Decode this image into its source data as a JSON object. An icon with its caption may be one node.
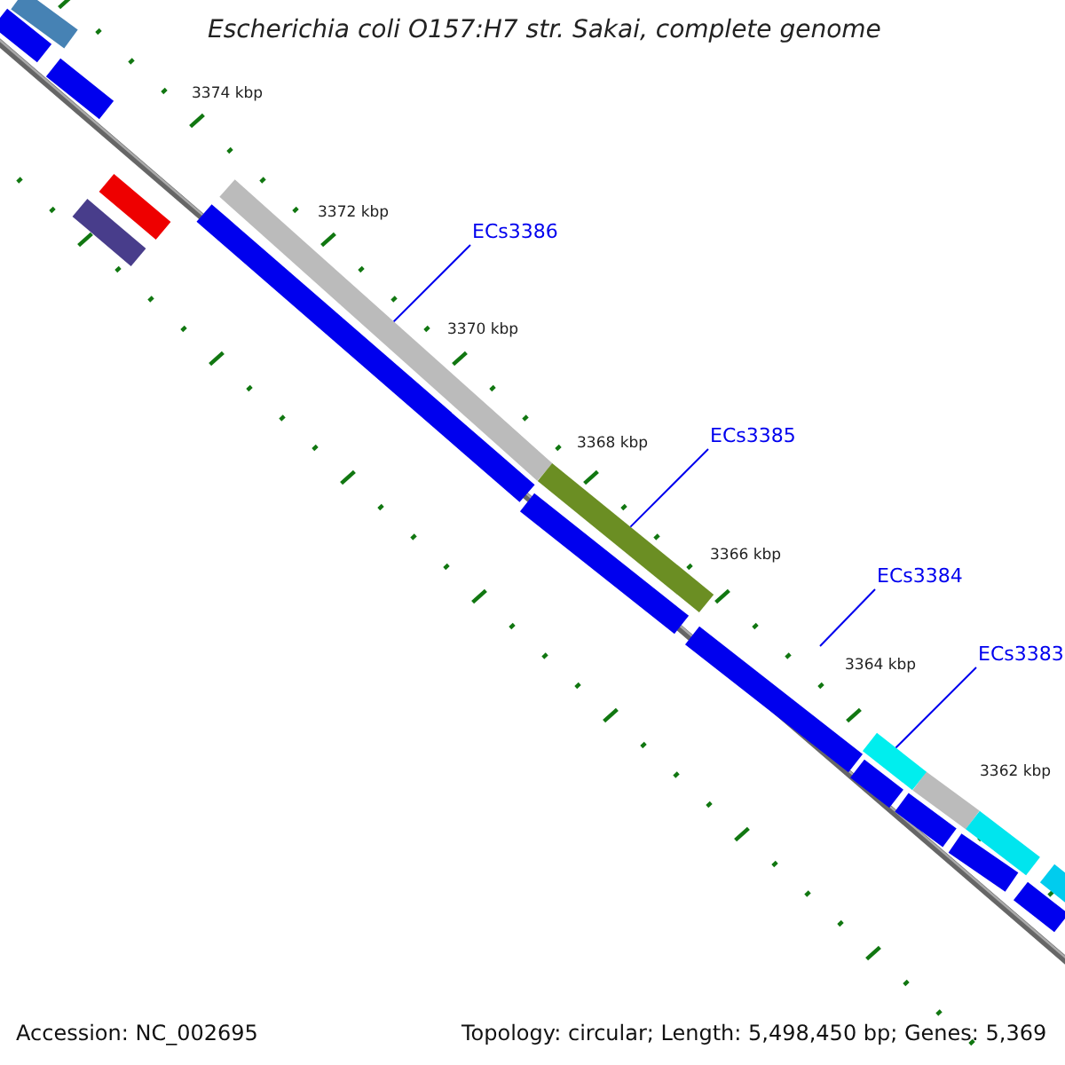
{
  "diagram": {
    "title": "Escherichia coli O157:H7 str. Sakai, complete genome",
    "nodes": [
      {
        "text": [
          "ECs3386"
        ]
      },
      {
        "text": [],
        "shape": "bar"
      },
      {
        "text": [
          "ECs3385"
        ]
      },
      {
        "text": [],
        "shape": "bar"
      },
      {
        "text": [
          "ECs3384"
        ]
      },
      {
        "text": [
          "ECs3383"
        ]
      },
      {
        "text": [],
        "shape": "bar"
      }
    ],
    "edges": [
      {
        "from": 0,
        "to": 1,
        "arrow": "none"
      },
      {
        "from": 2,
        "to": 3,
        "arrow": "none"
      },
      {
        "from": 4,
        "to": null,
        "arrow": "none"
      },
      {
        "from": 5,
        "to": 6,
        "arrow": "none"
      }
    ],
    "labels": [
      "3374 kbp",
      "3372 kbp",
      "3370 kbp",
      "3368 kbp",
      "3366 kbp",
      "3364 kbp",
      "3362 kbp",
      "Accession: NC_002695",
      "Topology: circular; Length: 5,498,450 bp; Genes: 5,369"
    ]
  }
}
